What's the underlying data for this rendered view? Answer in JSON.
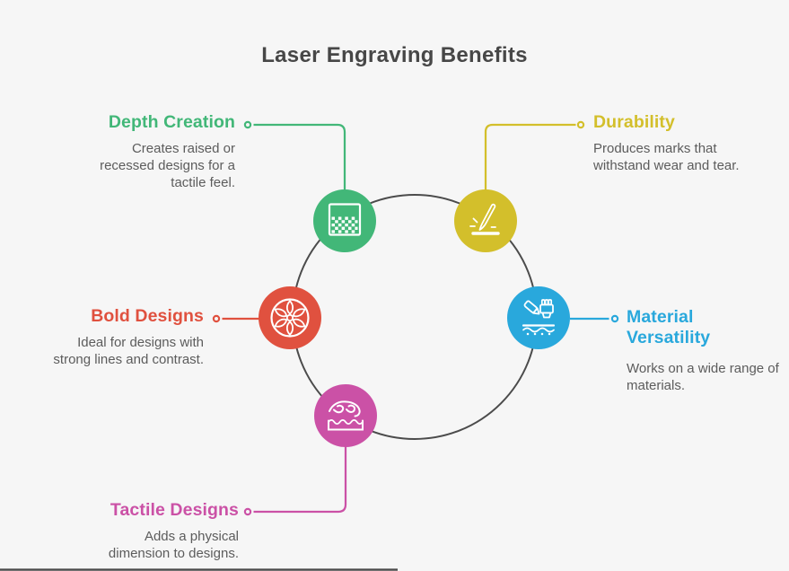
{
  "title": "Laser Engraving Benefits",
  "colors": {
    "background": "#f6f6f6",
    "ring": "#4b4b4b",
    "title_text": "#474747",
    "body_text": "#5c5c5c",
    "bottom_edge_line": "#4a4a4a"
  },
  "benefits": [
    {
      "id": "depth-creation",
      "label": "Depth Creation",
      "description": "Creates raised or recessed designs for a tactile feel.",
      "color": "#42b778",
      "icon": "halftone-depth-icon"
    },
    {
      "id": "durability",
      "label": "Durability",
      "description": "Produces marks that withstand wear and tear.",
      "color": "#d3bf2b",
      "icon": "scratch-knife-icon"
    },
    {
      "id": "bold-designs",
      "label": "Bold Designs",
      "description": "Ideal for designs with strong lines and contrast.",
      "color": "#e0513f",
      "icon": "rosette-icon"
    },
    {
      "id": "material-versatility",
      "label": "Material Versatility",
      "description": "Works on a wide range of materials.",
      "color": "#29a8dc",
      "icon": "engraver-tool-icon"
    },
    {
      "id": "tactile-designs",
      "label": "Tactile Designs",
      "description": "Adds a physical dimension to designs.",
      "color": "#cb51a6",
      "icon": "hand-touch-icon"
    }
  ]
}
